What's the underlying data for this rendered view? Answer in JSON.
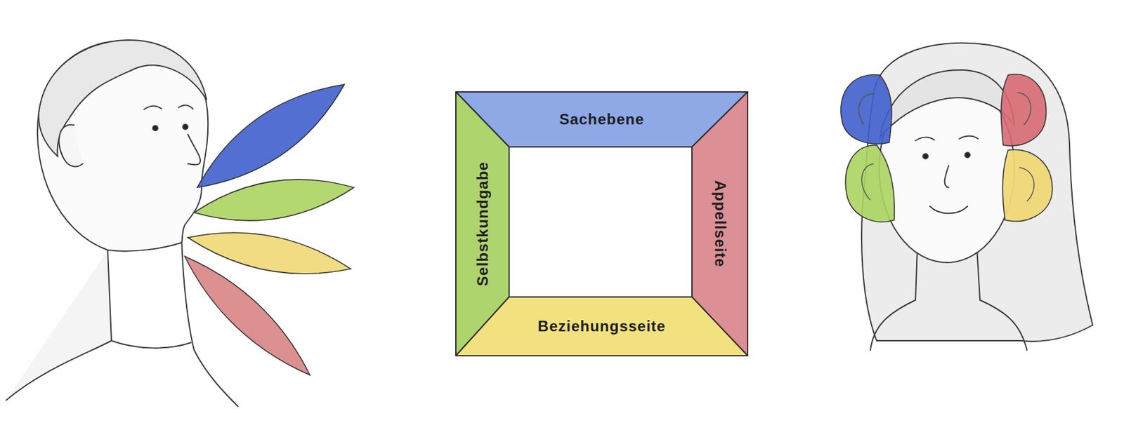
{
  "diagram": {
    "nodes": [
      {
        "text": [
          "Sachebene"
        ]
      },
      {
        "text": [
          "Selbstkundgabe"
        ]
      },
      {
        "text": [
          "Appellseite"
        ]
      },
      {
        "text": [
          "Beziehungsseite"
        ]
      }
    ]
  }
}
